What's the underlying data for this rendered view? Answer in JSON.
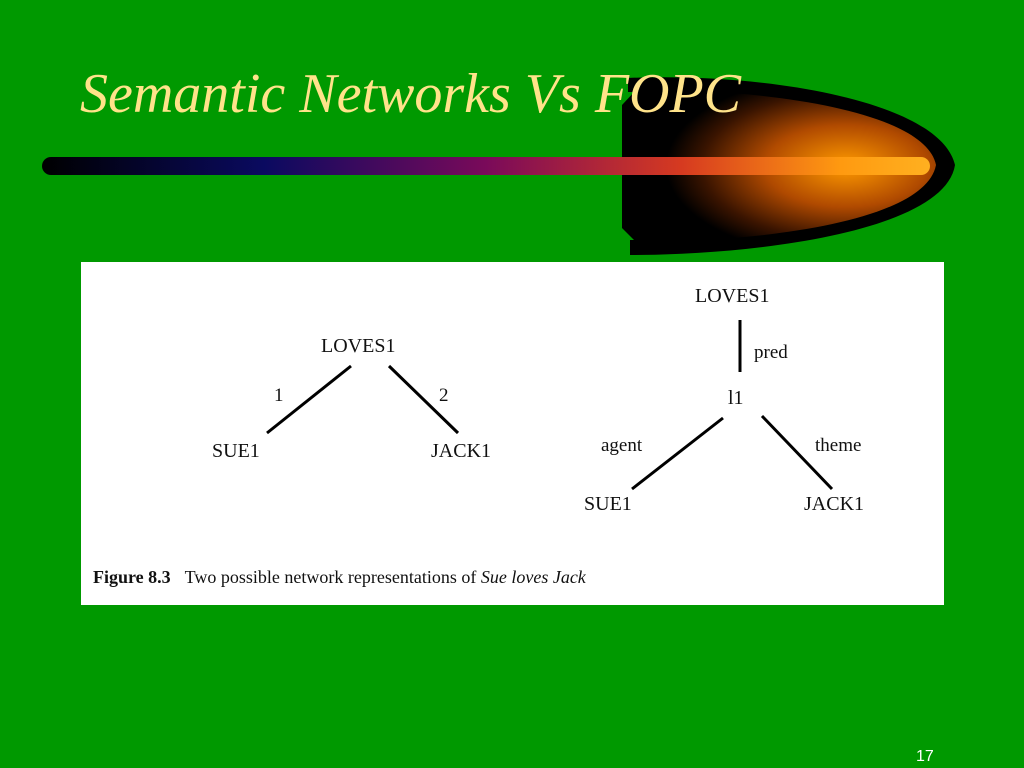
{
  "slide": {
    "title": "Semantic Networks Vs FOPC",
    "page_number": "17"
  },
  "colors": {
    "background": "#009900",
    "title": "#ffe38a"
  },
  "figure": {
    "left_network": {
      "root": "LOVES1",
      "edge_left": "1",
      "edge_right": "2",
      "child_left": "SUE1",
      "child_right": "JACK1"
    },
    "right_network": {
      "root": "LOVES1",
      "edge_pred": "pred",
      "middle": "l1",
      "edge_agent": "agent",
      "edge_theme": "theme",
      "child_left": "SUE1",
      "child_right": "JACK1"
    },
    "caption": {
      "number": "Figure 8.3",
      "text": "Two possible network representations of ",
      "italic": "Sue loves Jack"
    }
  }
}
